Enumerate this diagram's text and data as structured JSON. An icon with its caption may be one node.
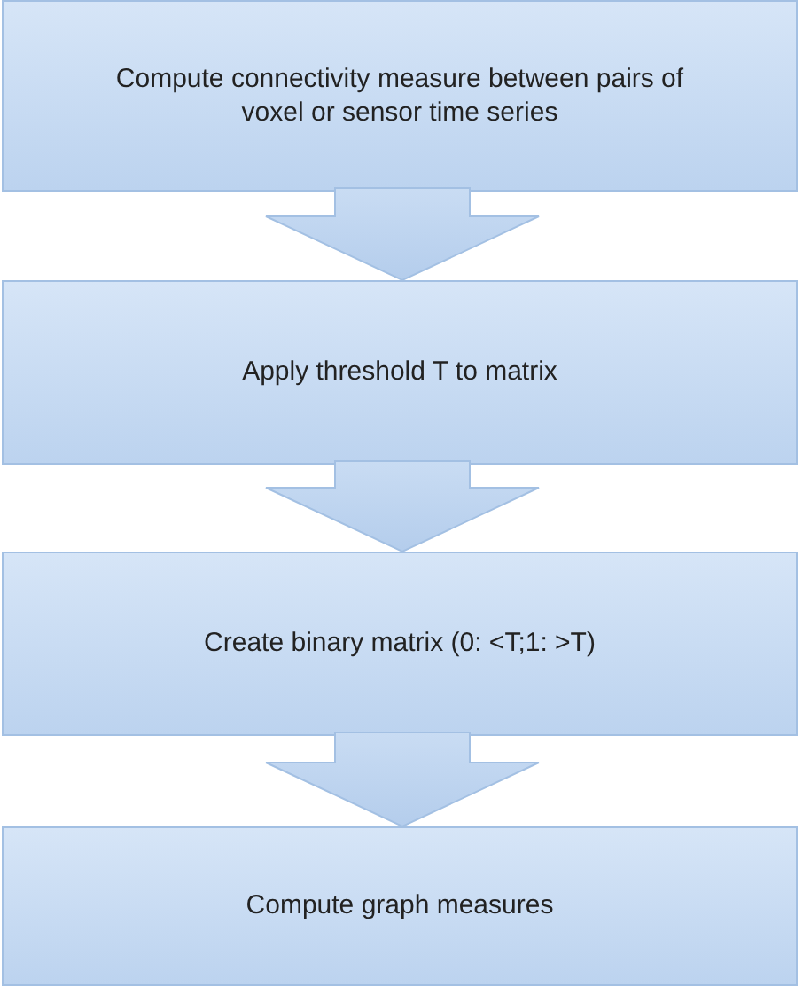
{
  "diagram": {
    "nodes": [
      {
        "text": [
          "Compute connectivity measure between pairs of voxel or sensor time series"
        ]
      },
      {
        "text": [
          "Apply threshold T to matrix"
        ]
      },
      {
        "text": [
          "Create binary matrix (0: <T;1: >T)"
        ]
      },
      {
        "text": [
          "Compute graph measures"
        ]
      }
    ],
    "edges": [
      {
        "from": 0,
        "to": 1,
        "arrow": "to"
      },
      {
        "from": 1,
        "to": 2,
        "arrow": "to"
      },
      {
        "from": 2,
        "to": 3,
        "arrow": "to"
      }
    ]
  }
}
